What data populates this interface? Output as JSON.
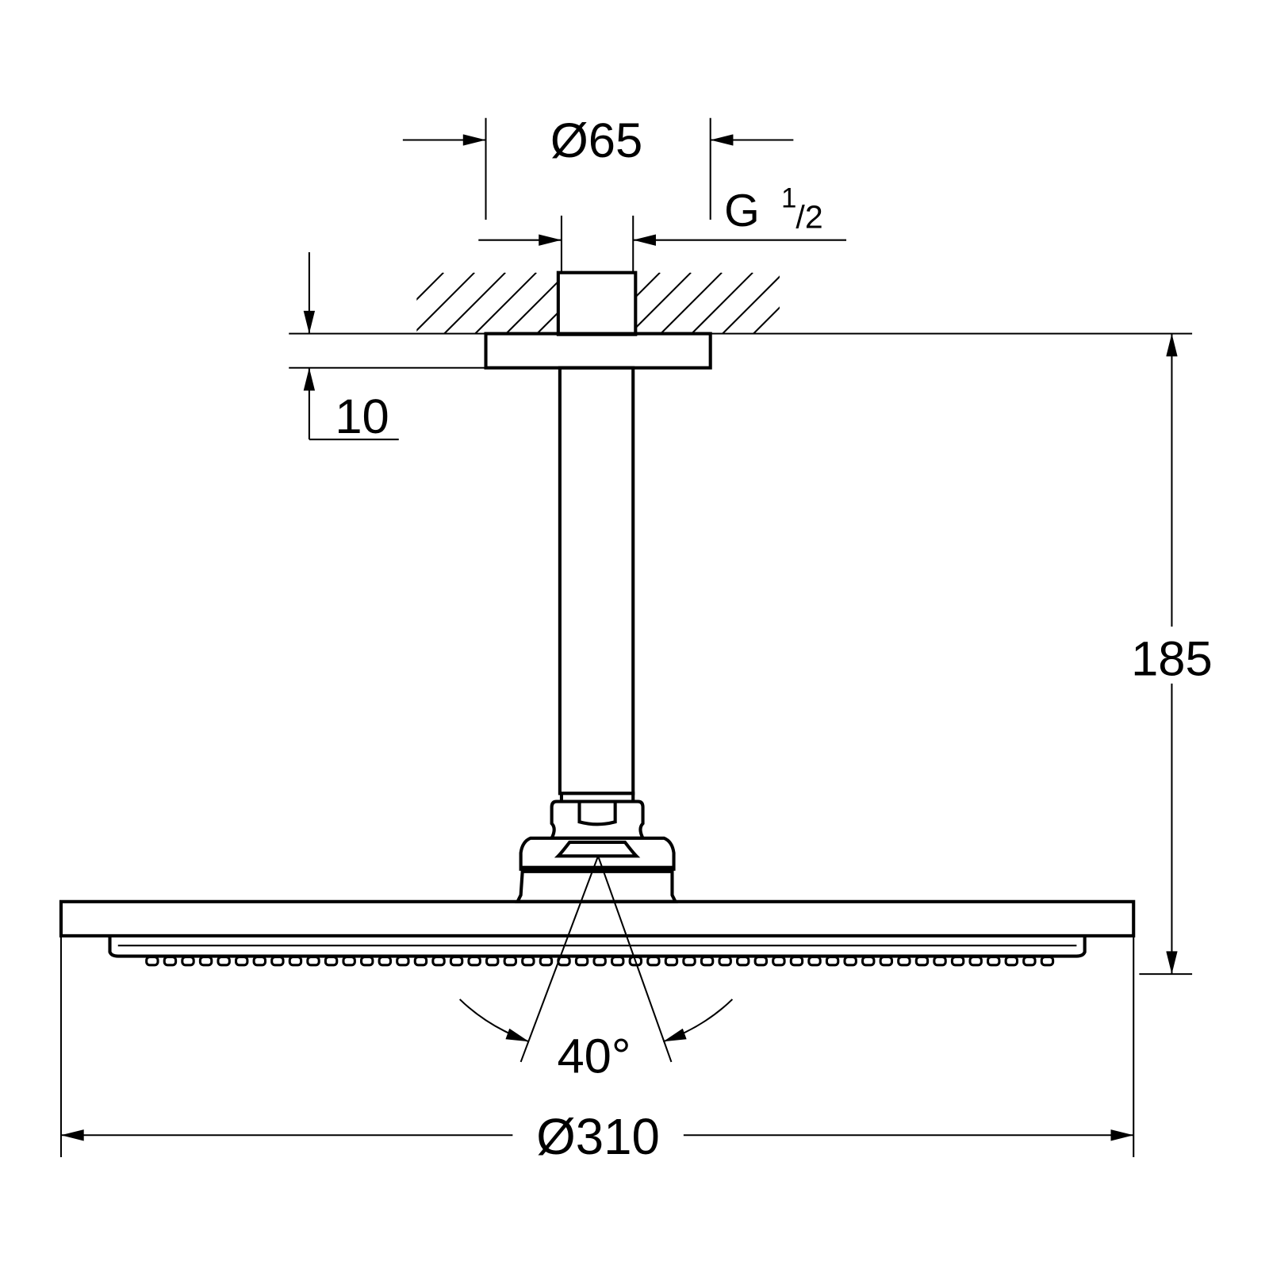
{
  "drawing": {
    "dimensions": {
      "flange_diameter": "Ø65",
      "thread_label": "G",
      "thread_num": "1",
      "thread_den": "/2",
      "flange_thickness": "10",
      "height": "185",
      "spray_angle": "40°",
      "head_diameter": "Ø310"
    },
    "line_color": "#000000",
    "background": "#ffffff"
  }
}
